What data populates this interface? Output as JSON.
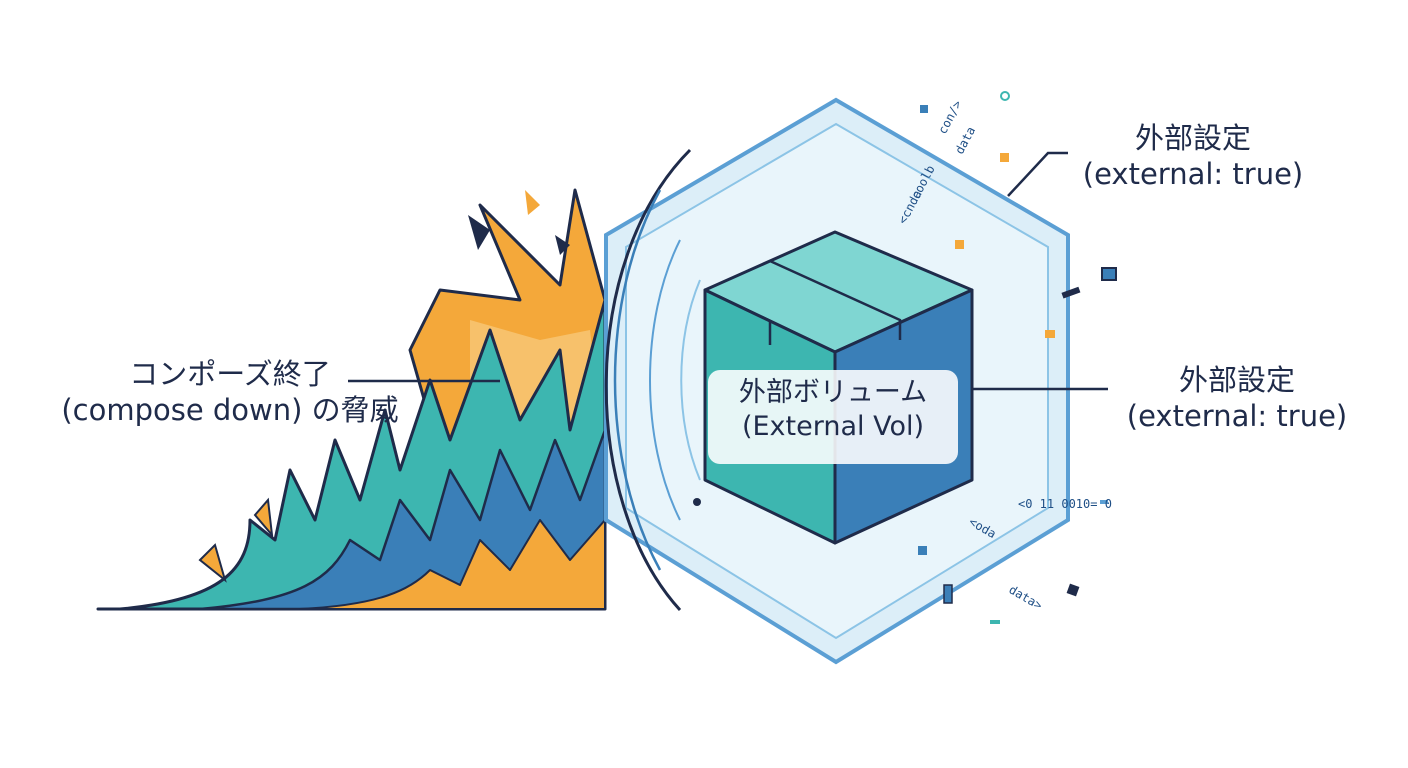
{
  "labels": {
    "threat": {
      "line1": "コンポーズ終了",
      "line2": "(compose down) の脅威"
    },
    "volume": {
      "line1": "外部ボリューム",
      "line2": "(External Vol)"
    },
    "external_top": {
      "line1": "外部設定",
      "line2": "(external: true)"
    },
    "external_mid": {
      "line1": "外部設定",
      "line2": "(external: true)"
    }
  },
  "code_fragments": [
    "con/>",
    "data",
    "coolb",
    "<cnda",
    "<0 11 0010= 0",
    "<oda",
    "data>"
  ],
  "colors": {
    "navy": "#1f2b4a",
    "teal": "#3db6b0",
    "blue": "#3a7fb8",
    "orange": "#f4a83a",
    "shield": "#dceef8",
    "shield_edge": "#5b9fd4"
  }
}
